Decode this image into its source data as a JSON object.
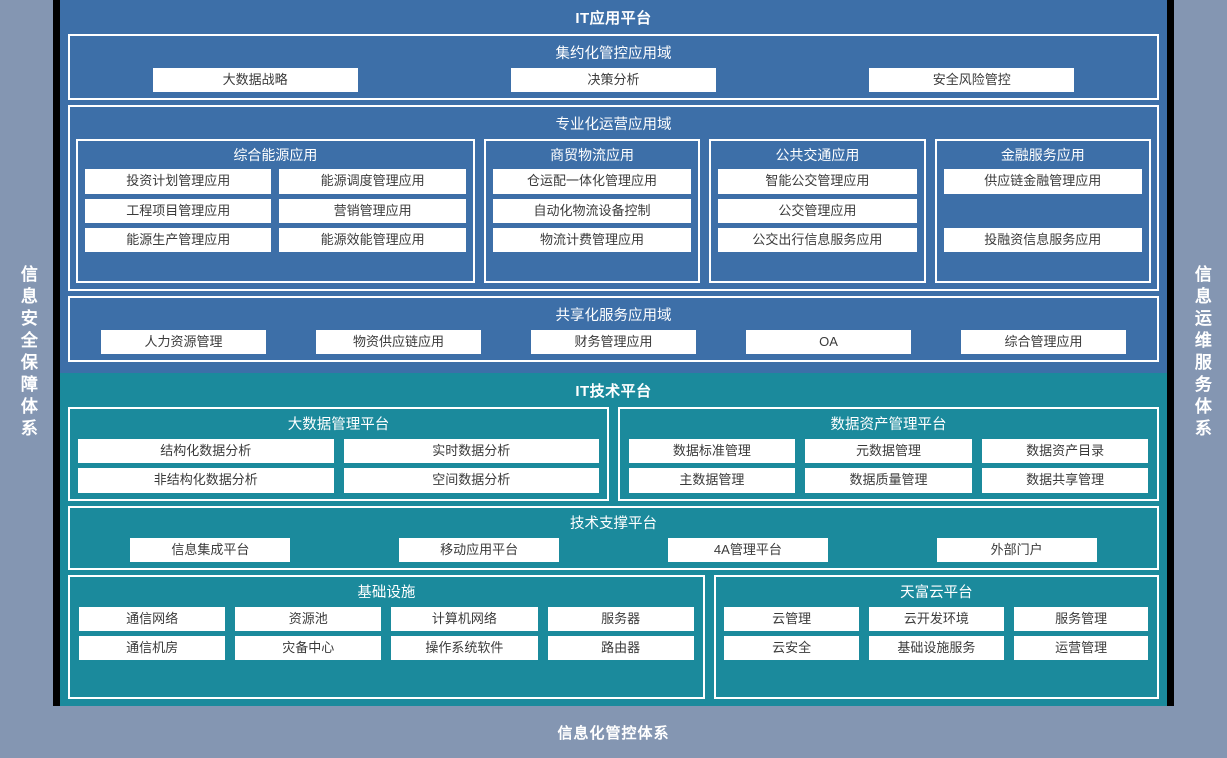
{
  "colors": {
    "background": "#8496b2",
    "app_platform": "#3d6fa8",
    "tech_platform": "#1b8a9c",
    "chip": "#ffffff",
    "chip_text": "#3a3a3a",
    "divider": "#000000"
  },
  "side_bands": {
    "left": "信息安全保障体系",
    "right": "信息运维服务体系"
  },
  "bottom_band": {
    "label": "信息化管控体系"
  },
  "app_platform": {
    "title": "IT应用平台",
    "domains": [
      {
        "title": "集约化管控应用域",
        "items": [
          "大数据战略",
          "决策分析",
          "安全风险管控"
        ]
      },
      {
        "title": "专业化运营应用域",
        "groups": [
          {
            "title": "综合能源应用",
            "items": [
              "投资计划管理应用",
              "能源调度管理应用",
              "工程项目管理应用",
              "营销管理应用",
              "能源生产管理应用",
              "能源效能管理应用"
            ]
          },
          {
            "title": "商贸物流应用",
            "items": [
              "仓运配一体化管理应用",
              "自动化物流设备控制",
              "物流计费管理应用"
            ]
          },
          {
            "title": "公共交通应用",
            "items": [
              "智能公交管理应用",
              "公交管理应用",
              "公交出行信息服务应用"
            ]
          },
          {
            "title": "金融服务应用",
            "items": [
              "供应链金融管理应用",
              "",
              "投融资信息服务应用"
            ]
          }
        ]
      },
      {
        "title": "共享化服务应用域",
        "items": [
          "人力资源管理",
          "物资供应链应用",
          "财务管理应用",
          "OA",
          "综合管理应用"
        ]
      }
    ]
  },
  "tech_platform": {
    "title": "IT技术平台",
    "row_top": [
      {
        "title": "大数据管理平台",
        "items": [
          "结构化数据分析",
          "实时数据分析",
          "非结构化数据分析",
          "空间数据分析"
        ]
      },
      {
        "title": "数据资产管理平台",
        "items": [
          "数据标准管理",
          "元数据管理",
          "数据资产目录",
          "主数据管理",
          "数据质量管理",
          "数据共享管理"
        ]
      }
    ],
    "support": {
      "title": "技术支撑平台",
      "items": [
        "信息集成平台",
        "移动应用平台",
        "4A管理平台",
        "外部门户"
      ]
    },
    "row_bottom": [
      {
        "title": "基础设施",
        "items": [
          "通信网络",
          "资源池",
          "计算机网络",
          "服务器",
          "通信机房",
          "灾备中心",
          "操作系统软件",
          "路由器"
        ]
      },
      {
        "title": "天富云平台",
        "items": [
          "云管理",
          "云开发环境",
          "服务管理",
          "云安全",
          "基础设施服务",
          "运营管理"
        ]
      }
    ]
  }
}
